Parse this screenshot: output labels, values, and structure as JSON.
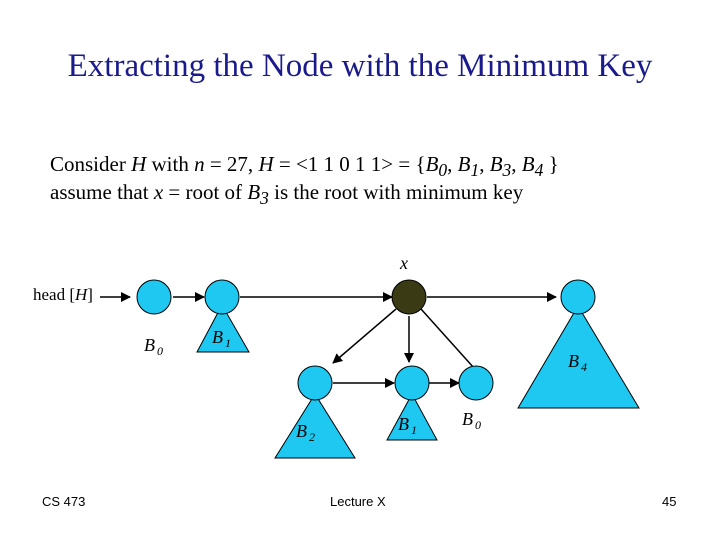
{
  "title": "Extracting the Node with the Minimum Key",
  "line1": {
    "p1": "Consider ",
    "H1": "H",
    "p2": " with ",
    "n": "n",
    "p3": " = 27, ",
    "H2": "H",
    "p4": " = <1 1 0 1 1> = {",
    "B": "B",
    "s0": "0",
    "s1": "1",
    "s3": "3",
    "s4": "4",
    "comma": ", ",
    "close": " }"
  },
  "line2": {
    "p1": "assume that ",
    "x": "x",
    "p2": " = root of ",
    "B": "B",
    "s3": "3",
    "p3": " is the root with minimum key"
  },
  "diagram": {
    "head_label": "head [",
    "head_H": "H",
    "head_close": "]",
    "x_label": "x",
    "B": "B",
    "b0_sub": "0",
    "b1_sub": "1",
    "b4_sub": "4",
    "b2_sub": "2",
    "b1_inner_sub": "1",
    "b0_inner_sub": "0",
    "node_color": "#1ec8f0",
    "root_color": "#3a3a14"
  },
  "footer": {
    "left": "CS 473",
    "center": "Lecture X",
    "right": "45"
  }
}
